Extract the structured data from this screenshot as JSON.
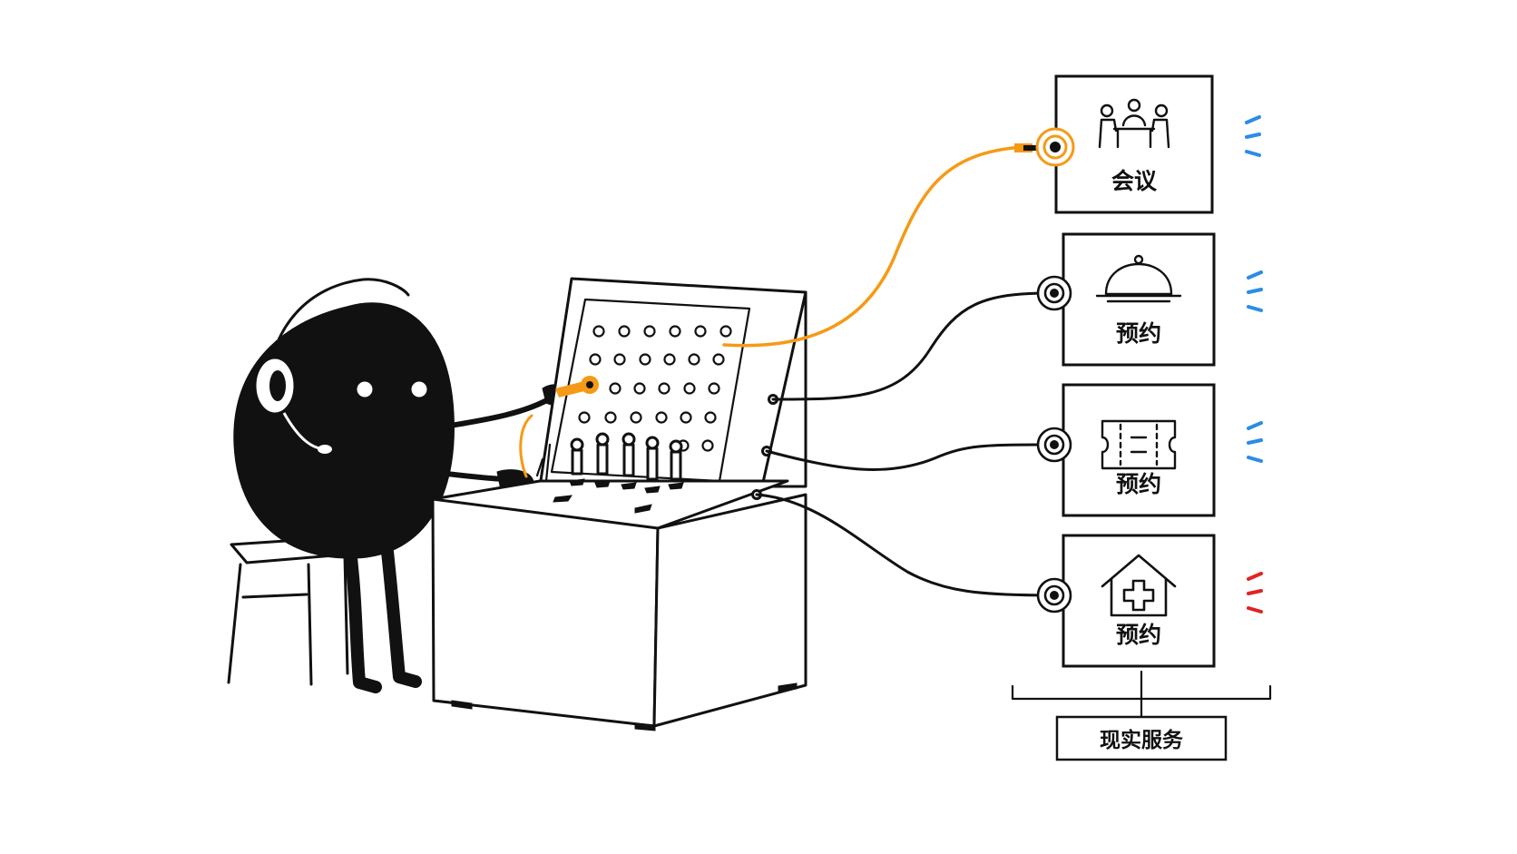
{
  "services": [
    {
      "label": "会议",
      "icon": "meeting-table-icon",
      "connected": true,
      "signal_color": "#2b8ce8"
    },
    {
      "label": "预约",
      "icon": "food-cloche-icon",
      "connected": false,
      "signal_color": "#2b8ce8"
    },
    {
      "label": "预约",
      "icon": "ticket-icon",
      "connected": false,
      "signal_color": "#2b8ce8"
    },
    {
      "label": "预约",
      "icon": "hospital-cross-icon",
      "connected": false,
      "signal_color": "#e02424"
    }
  ],
  "group_label": "现实服务",
  "colors": {
    "ink": "#111111",
    "active_cable": "#f59a16",
    "signal_blue": "#2b8ce8",
    "signal_red": "#e02424"
  }
}
